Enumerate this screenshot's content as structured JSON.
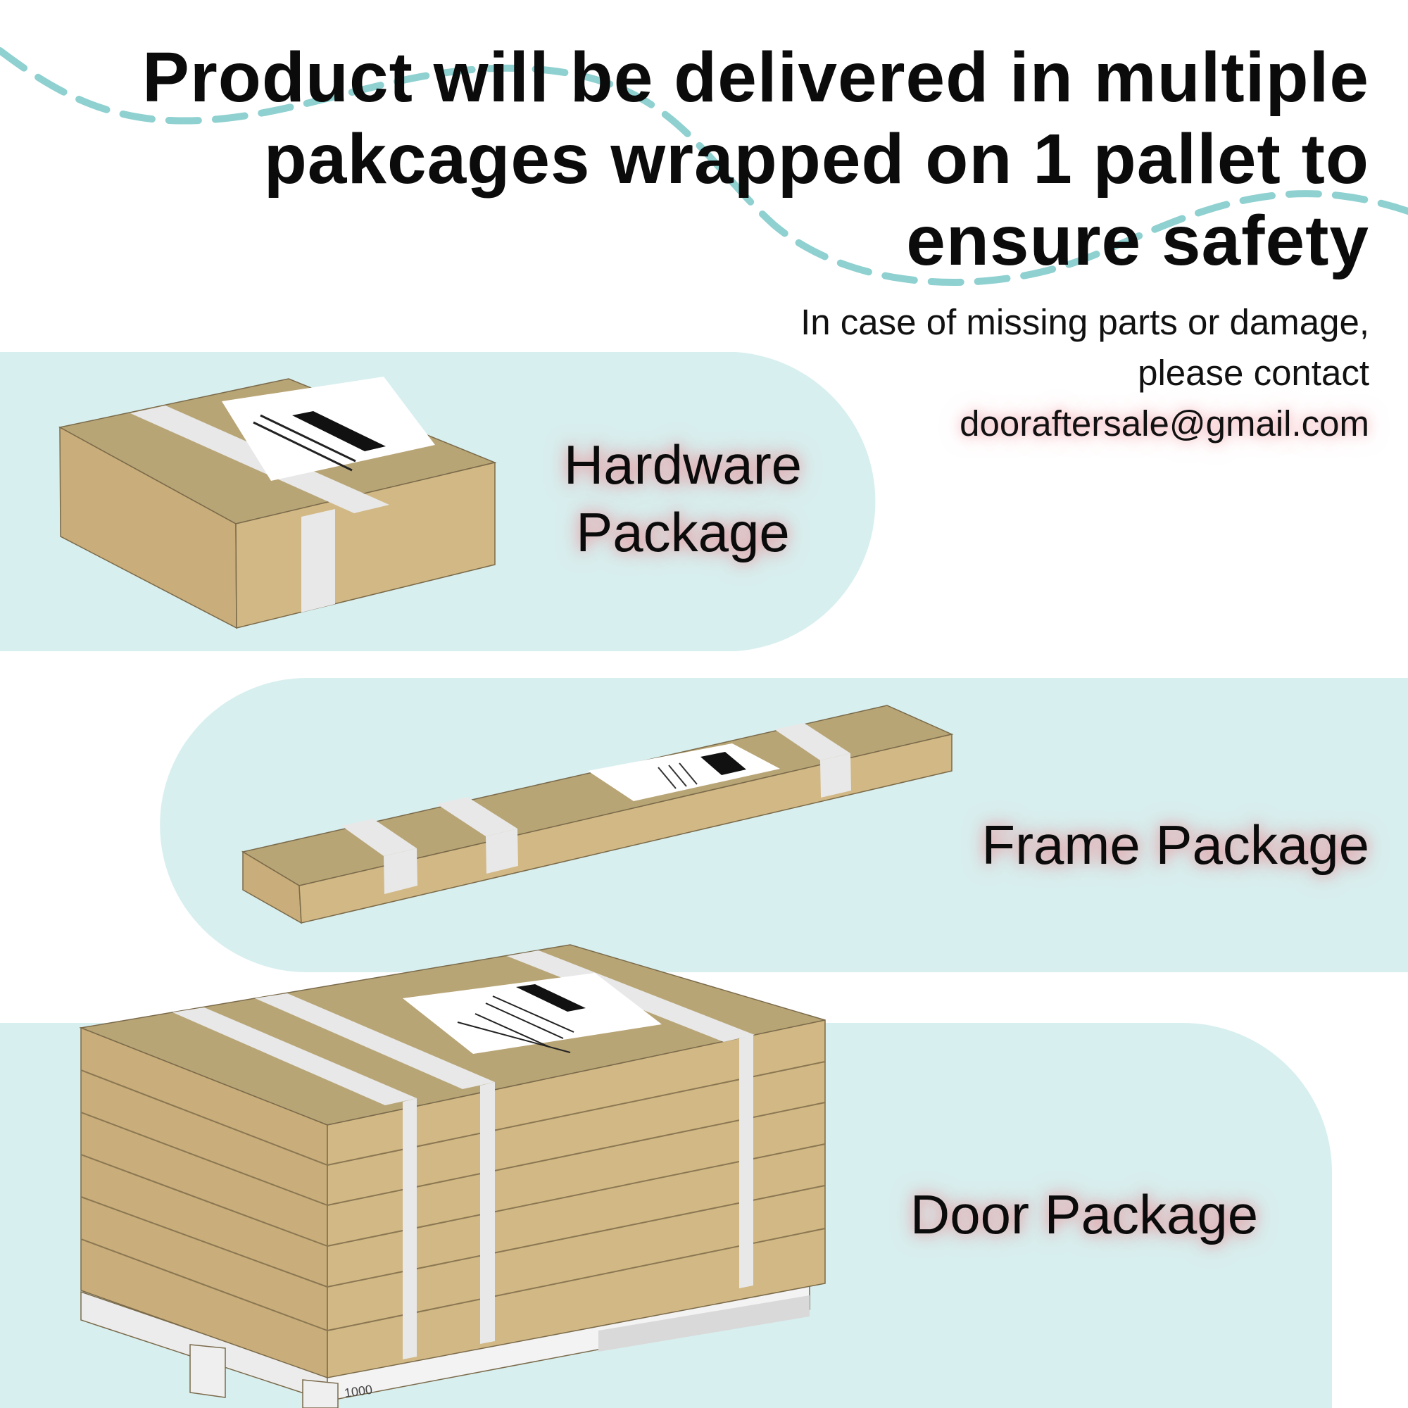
{
  "headline": {
    "lines": [
      "Product will be delivered in multiple",
      "pakcages wrapped on 1 pallet to",
      "ensure safety"
    ]
  },
  "contact": {
    "lines": [
      "In case of missing parts or damage,",
      "please contact"
    ],
    "email": "dooraftersale@gmail.com"
  },
  "packages": {
    "hardware": {
      "lines": [
        "Hardware",
        "Package"
      ]
    },
    "frame": {
      "label": "Frame Package"
    },
    "door": {
      "label": "Door Package"
    }
  },
  "pallet_stamp": "1000",
  "colors": {
    "panel": "#d8efef",
    "dash": "#8fd0d0",
    "box_front": "#d2b884",
    "box_top": "#b8a576",
    "box_side": "#c9ad7a",
    "tape": "#e8e8e8",
    "label_glow": "#ec7f8a"
  }
}
